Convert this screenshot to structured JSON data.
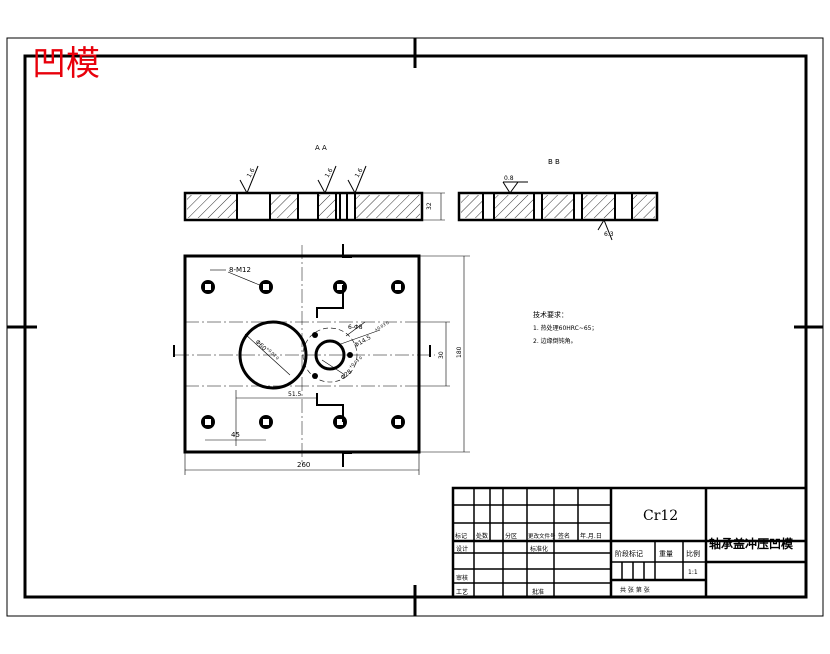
{
  "stamp": {
    "text": "凹模",
    "color": "#e8000b"
  },
  "sections": {
    "a_label": "A A",
    "b_label": "B B"
  },
  "section_a": {
    "roughness_1": "1.6",
    "roughness_2": "1.6",
    "roughness_3": "1.6",
    "height": "32"
  },
  "section_b": {
    "roughness_1": "0.8",
    "roughness_2": "6.3"
  },
  "plan": {
    "holes_note": "8-M12",
    "pin_note": "6-Φ8",
    "dim_small_hole": "Φ14.5",
    "dim_small_hole_tol": "+0.03 0",
    "dim_big_hole": "Φ60",
    "dim_big_hole_tol": "+0.03 0",
    "dim_mid_hole": "Φ28",
    "dim_mid_hole_tol": "+0.03 0",
    "dim_offset": "51.5",
    "dim_45": "45",
    "dim_width": "260",
    "dim_height": "180",
    "dim_30": "30"
  },
  "notes": {
    "title": "技术要求：",
    "line1": "1. 热处理60HRC~65；",
    "line2": "2. 边缘倒钝角。"
  },
  "title_block": {
    "material": "Cr12",
    "part_name": "轴承盖冲压凹模",
    "row_labels": [
      "标记",
      "处数",
      "分区",
      "更改文件号",
      "签名",
      "年.月.日"
    ],
    "design": "设计",
    "standard": "标准化",
    "stage_mark": "阶段标记",
    "weight": "重量",
    "scale_label": "比例",
    "scale": "1:1",
    "review": "审核",
    "process": "工艺",
    "approve": "批准",
    "sheets": "共 张 第 张"
  }
}
